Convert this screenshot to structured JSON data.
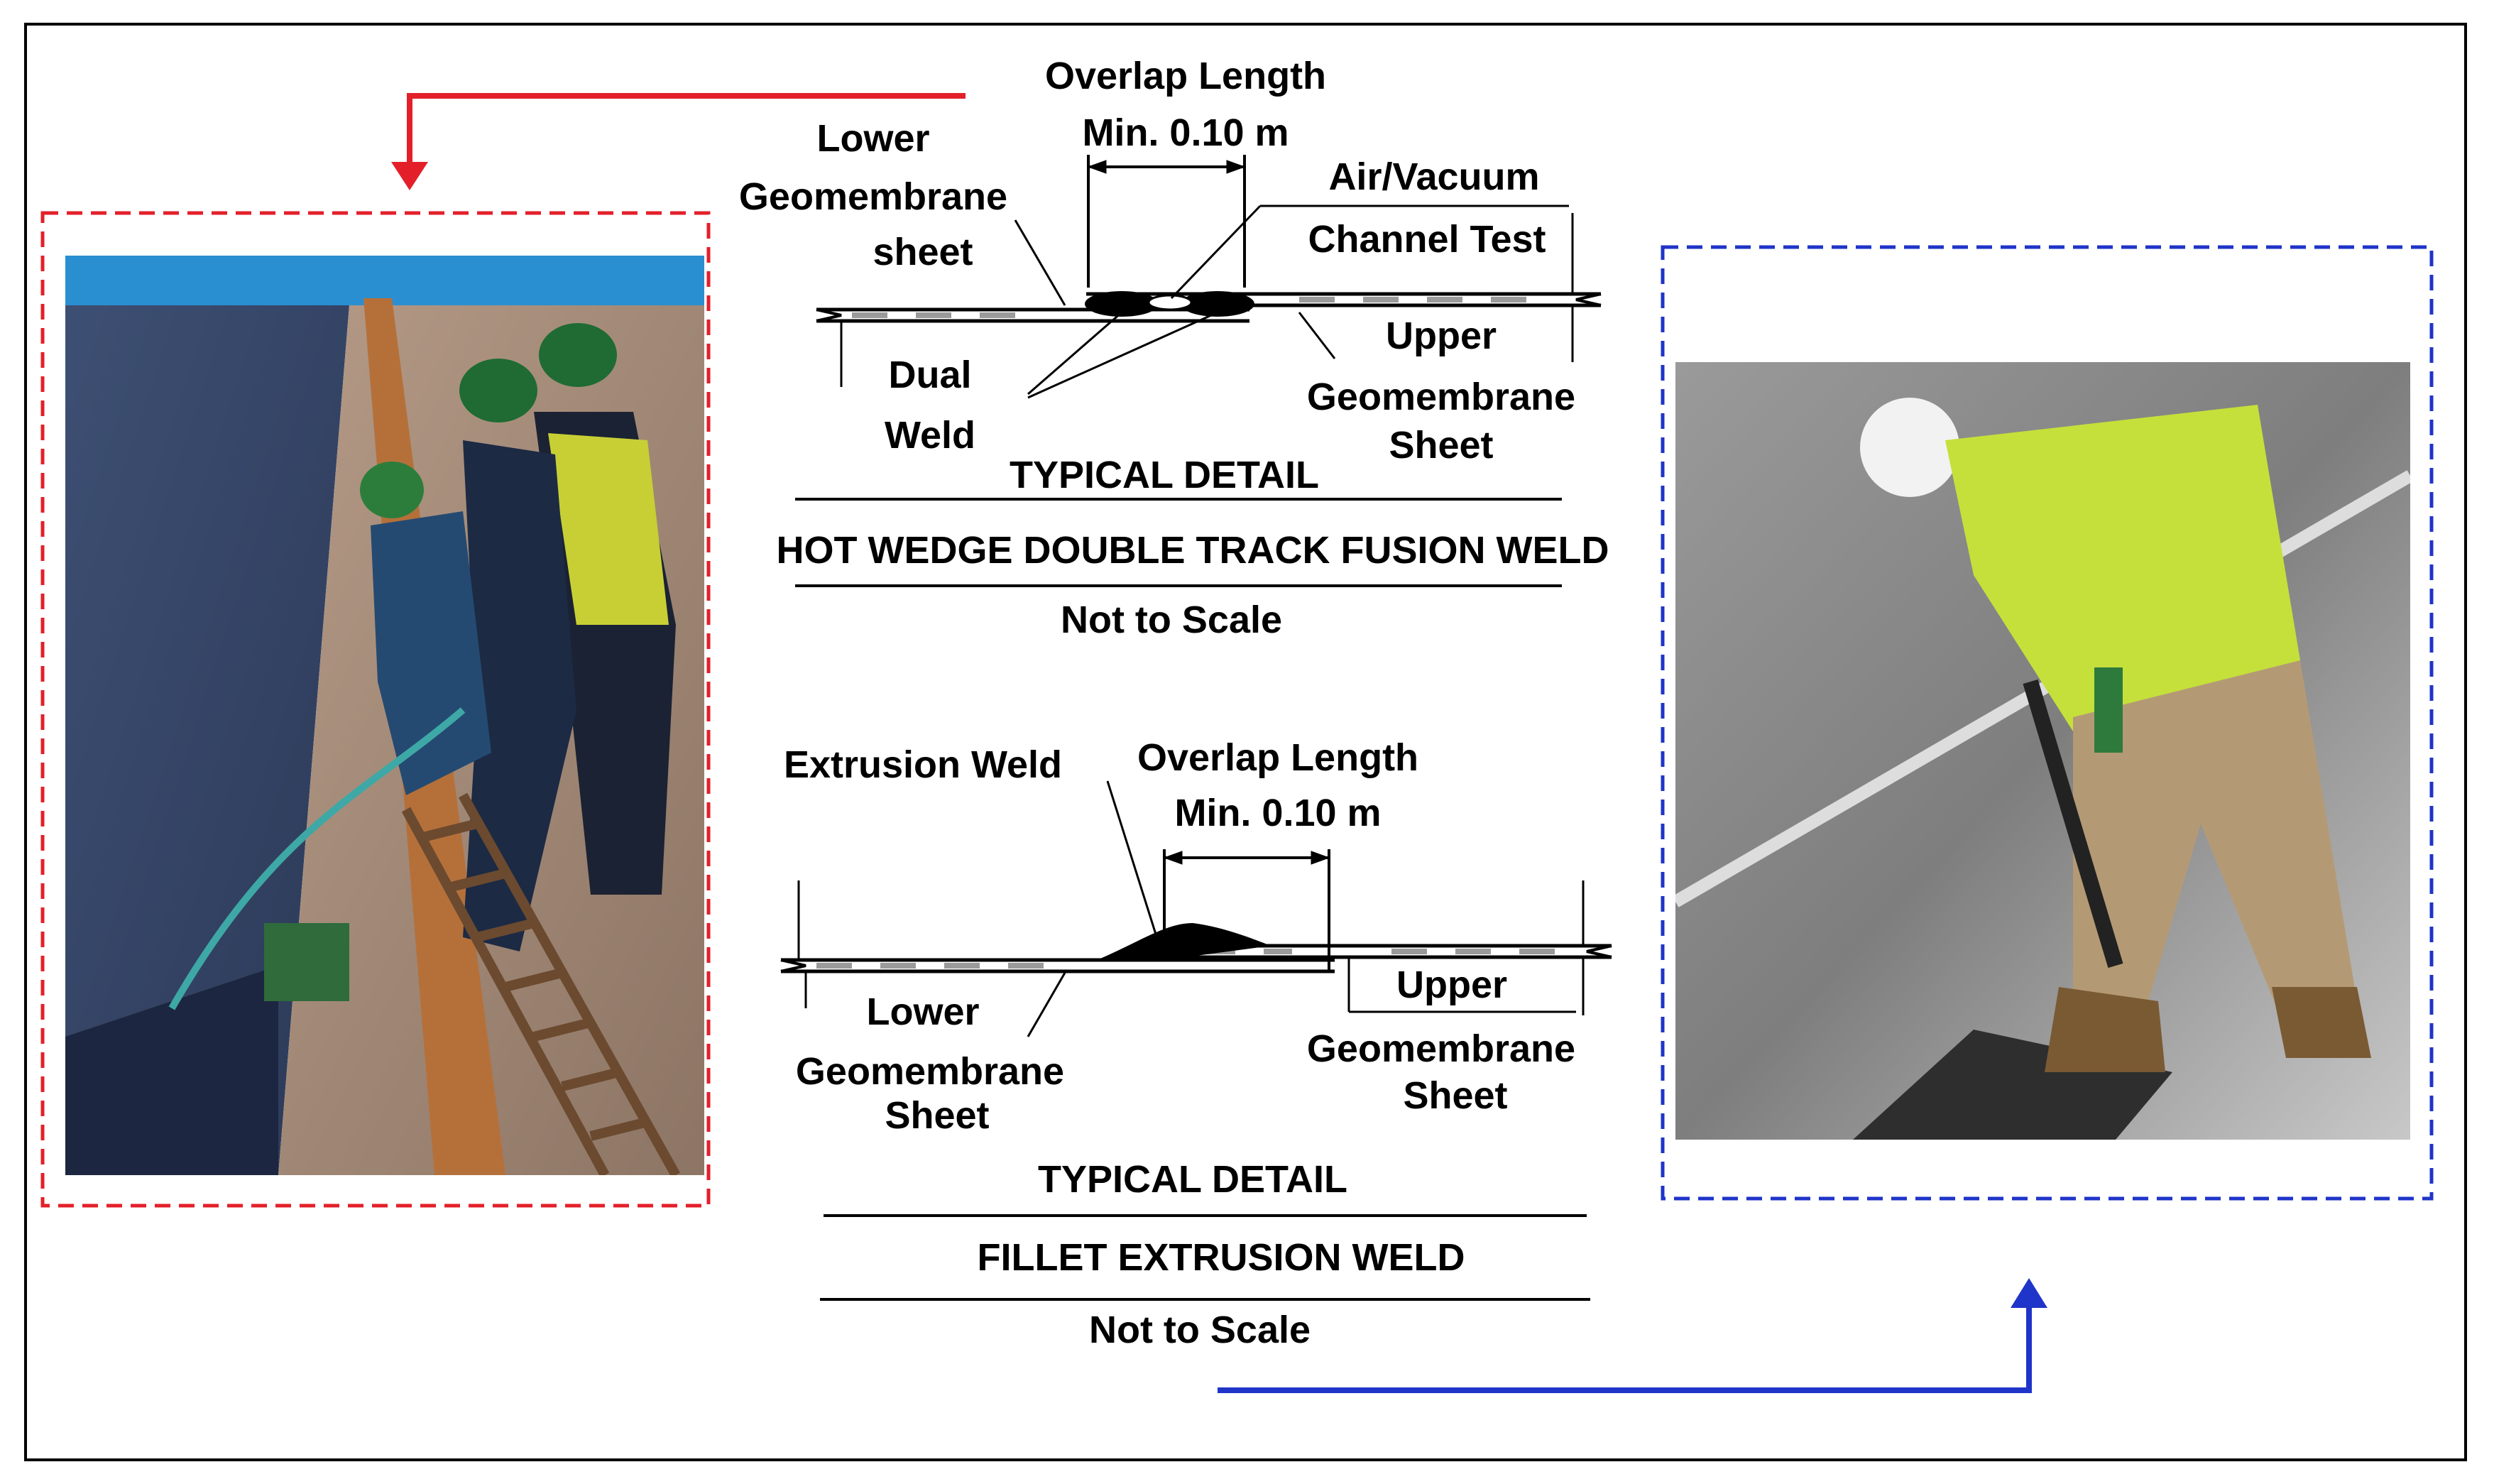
{
  "colors": {
    "left_frame": "#e3202a",
    "right_frame": "#1f34c9",
    "line": "#000000"
  },
  "top_detail": {
    "overlap_label": "Overlap Length",
    "overlap_min": "Min. 0.10 m",
    "lower_sheet_1": "Lower",
    "lower_sheet_2": "Geomembrane",
    "lower_sheet_3": "sheet",
    "channel_1": "Air/Vacuum",
    "channel_2": "Channel Test",
    "dual_1": "Dual",
    "dual_2": "Weld",
    "upper_1": "Upper",
    "upper_2": "Geomembrane",
    "upper_3": "Sheet",
    "typical": "TYPICAL  DETAIL",
    "title": "HOT WEDGE DOUBLE TRACK FUSION WELD",
    "scale": "Not to Scale"
  },
  "bottom_detail": {
    "extrusion_label": "Extrusion Weld",
    "overlap_label": "Overlap Length",
    "overlap_min": "Min. 0.10 m",
    "lower_1": "Lower",
    "lower_2": "Geomembrane",
    "lower_3": "Sheet",
    "upper_1": "Upper",
    "upper_2": "Geomembrane",
    "upper_3": "Sheet",
    "typical": "TYPICAL  DETAIL",
    "title": "FILLET EXTRUSION WELD",
    "scale": "Not to Scale"
  },
  "photos": {
    "left": "workers-welding-photo",
    "right": "worker-extrusion-photo"
  }
}
